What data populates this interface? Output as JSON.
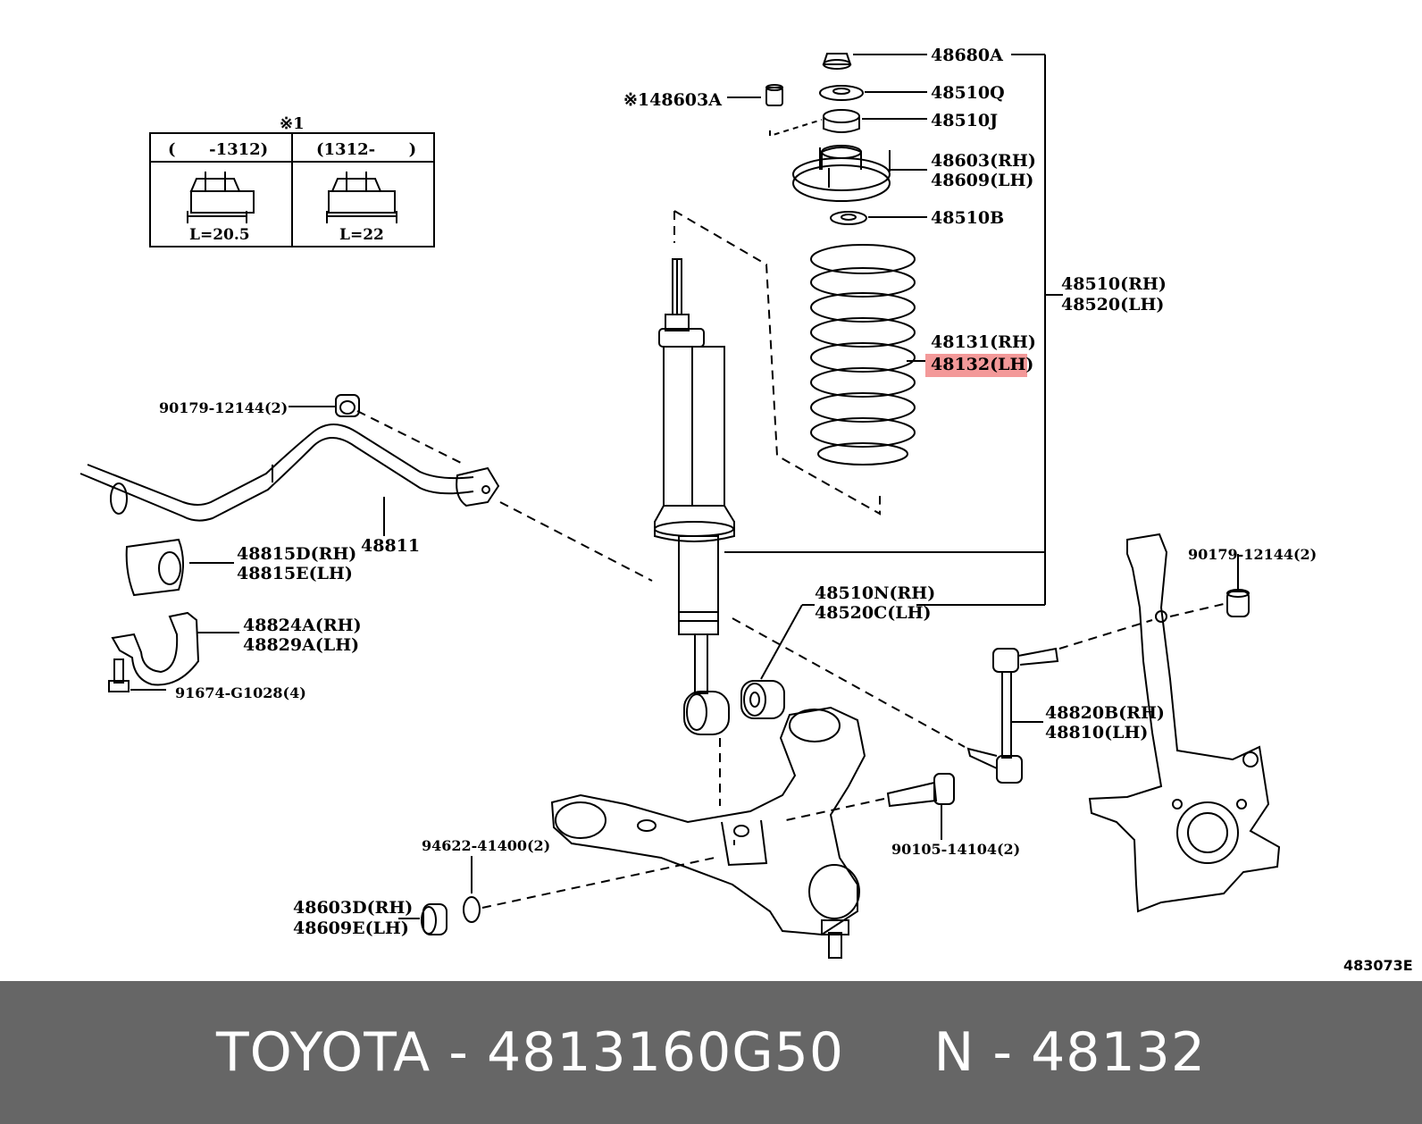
{
  "diagram_code": "483073E",
  "inset": {
    "title": "※1",
    "col1_header": "(      -1312)",
    "col2_header": "(1312-      )",
    "col1_length": "L=20.5",
    "col2_length": "L=22"
  },
  "labels": {
    "p48680A": "48680A",
    "p48603A": "※148603A",
    "p48510Q": "48510Q",
    "p48510J": "48510J",
    "p48603": "48603(RH)",
    "p48609": "48609(LH)",
    "p48510B": "48510B",
    "p48510": "48510(RH)",
    "p48520": "48520(LH)",
    "p48131": "48131(RH)",
    "p48132": "48132(LH)",
    "p90179a": "90179-12144(2)",
    "p48811": "48811",
    "p48815D": "48815D(RH)",
    "p48815E": "48815E(LH)",
    "p48824A": "48824A(RH)",
    "p48829A": "48829A(LH)",
    "p91674": "91674-G1028(4)",
    "p48510N": "48510N(RH)",
    "p48520C": "48520C(LH)",
    "p90179b": "90179-12144(2)",
    "p48820B": "48820B(RH)",
    "p48810": "48810(LH)",
    "p94622": "94622-41400(2)",
    "p90105": "90105-14104(2)",
    "p48603D": "48603D(RH)",
    "p48609E": "48609E(LH)"
  },
  "highlight_color": "#f08080",
  "footer": {
    "text": "TOYOTA - 4813160G50     N - 48132"
  }
}
